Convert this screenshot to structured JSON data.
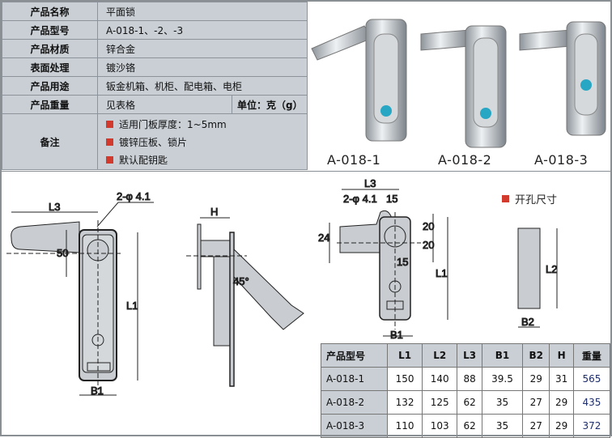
{
  "info_table": [
    {
      "label": "产品名称",
      "value": "平面锁"
    },
    {
      "label": "产品型号",
      "value": "A-018-1、-2、-3"
    },
    {
      "label": "产品材质",
      "value": "锌合金"
    },
    {
      "label": "表面处理",
      "value": "镀沙铬"
    },
    {
      "label": "产品用途",
      "value": "钣金机箱、机柜、配电箱、电柜"
    },
    {
      "label": "产品重量",
      "value": "见表格",
      "unit": "单位：克（g）"
    }
  ],
  "remarks": {
    "label": "备注",
    "items": [
      "适用门板厚度：1~5mm",
      "镀锌压板、锁片",
      "默认配钥匙"
    ]
  },
  "photos": {
    "captions": [
      "A-018-1",
      "A-018-2",
      "A-018-3"
    ]
  },
  "drawing": {
    "front": {
      "L3": "L3",
      "hole": "2-φ 4.1",
      "d50": "50",
      "L1": "L1",
      "B1": "B1"
    },
    "side": {
      "H": "H",
      "angle": "45°"
    },
    "front3": {
      "L3": "L3",
      "hole": "2-φ 4.1",
      "d15a": "15",
      "d24": "24",
      "d20a": "20",
      "d20b": "20",
      "d15b": "15",
      "L1": "L1",
      "B1": "B1"
    },
    "cutout": {
      "legend": "开孔尺寸",
      "L2": "L2",
      "B2": "B2"
    }
  },
  "dims_table": {
    "headers": [
      "产品型号",
      "L1",
      "L2",
      "L3",
      "B1",
      "B2",
      "H",
      "重量"
    ],
    "rows": [
      [
        "A-018-1",
        "150",
        "140",
        "88",
        "39.5",
        "29",
        "31",
        "565"
      ],
      [
        "A-018-2",
        "132",
        "125",
        "62",
        "35",
        "27",
        "29",
        "435"
      ],
      [
        "A-018-3",
        "110",
        "103",
        "62",
        "35",
        "27",
        "29",
        "372"
      ]
    ]
  },
  "colors": {
    "accent": "#d23a2d",
    "table_bg": "#c9cfd5"
  }
}
